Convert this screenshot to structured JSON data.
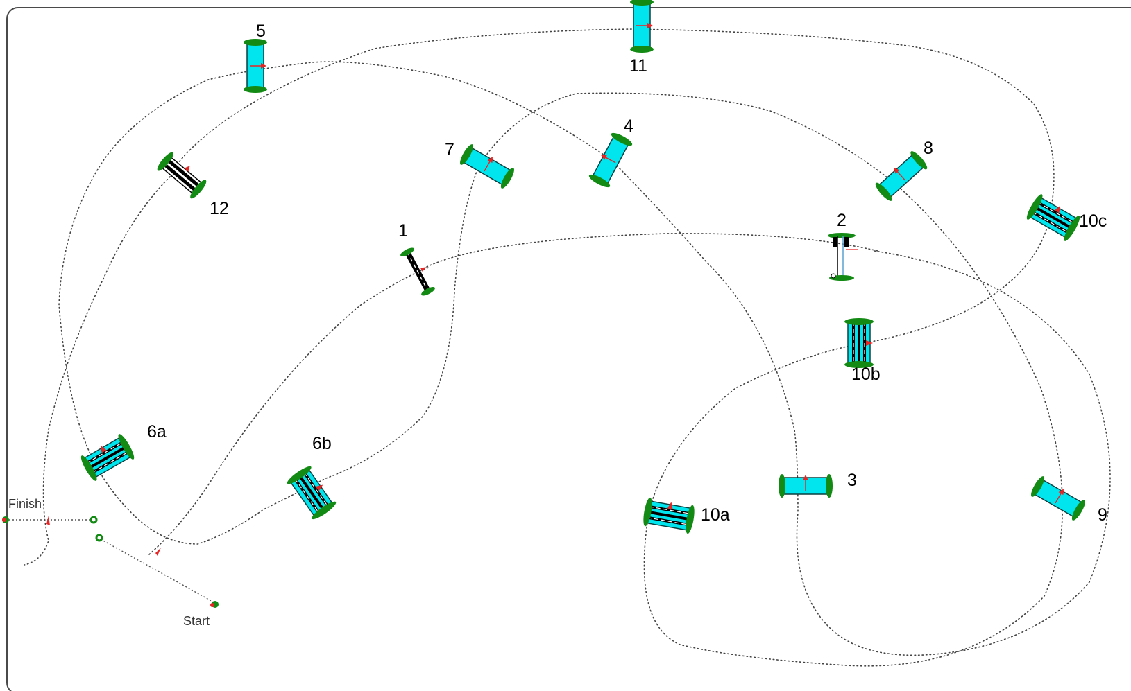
{
  "course": {
    "colors": {
      "obstacle_fill": "#00e5ee",
      "wing": "#138a13",
      "arrow": "#e52424",
      "path": "#444444",
      "border": "#555555"
    },
    "start_label": "Start",
    "finish_label": "Finish",
    "obstacles": [
      {
        "label": "1",
        "type": "hurdle-black"
      },
      {
        "label": "2",
        "type": "tunnel-tee"
      },
      {
        "label": "3",
        "type": "jump"
      },
      {
        "label": "4",
        "type": "jump"
      },
      {
        "label": "5",
        "type": "jump"
      },
      {
        "label": "6a",
        "type": "combination"
      },
      {
        "label": "6b",
        "type": "combination"
      },
      {
        "label": "7",
        "type": "jump"
      },
      {
        "label": "8",
        "type": "jump"
      },
      {
        "label": "9",
        "type": "jump"
      },
      {
        "label": "10a",
        "type": "combination"
      },
      {
        "label": "10b",
        "type": "combination"
      },
      {
        "label": "10c",
        "type": "combination"
      },
      {
        "label": "11",
        "type": "jump"
      },
      {
        "label": "12",
        "type": "combination-black"
      }
    ]
  }
}
